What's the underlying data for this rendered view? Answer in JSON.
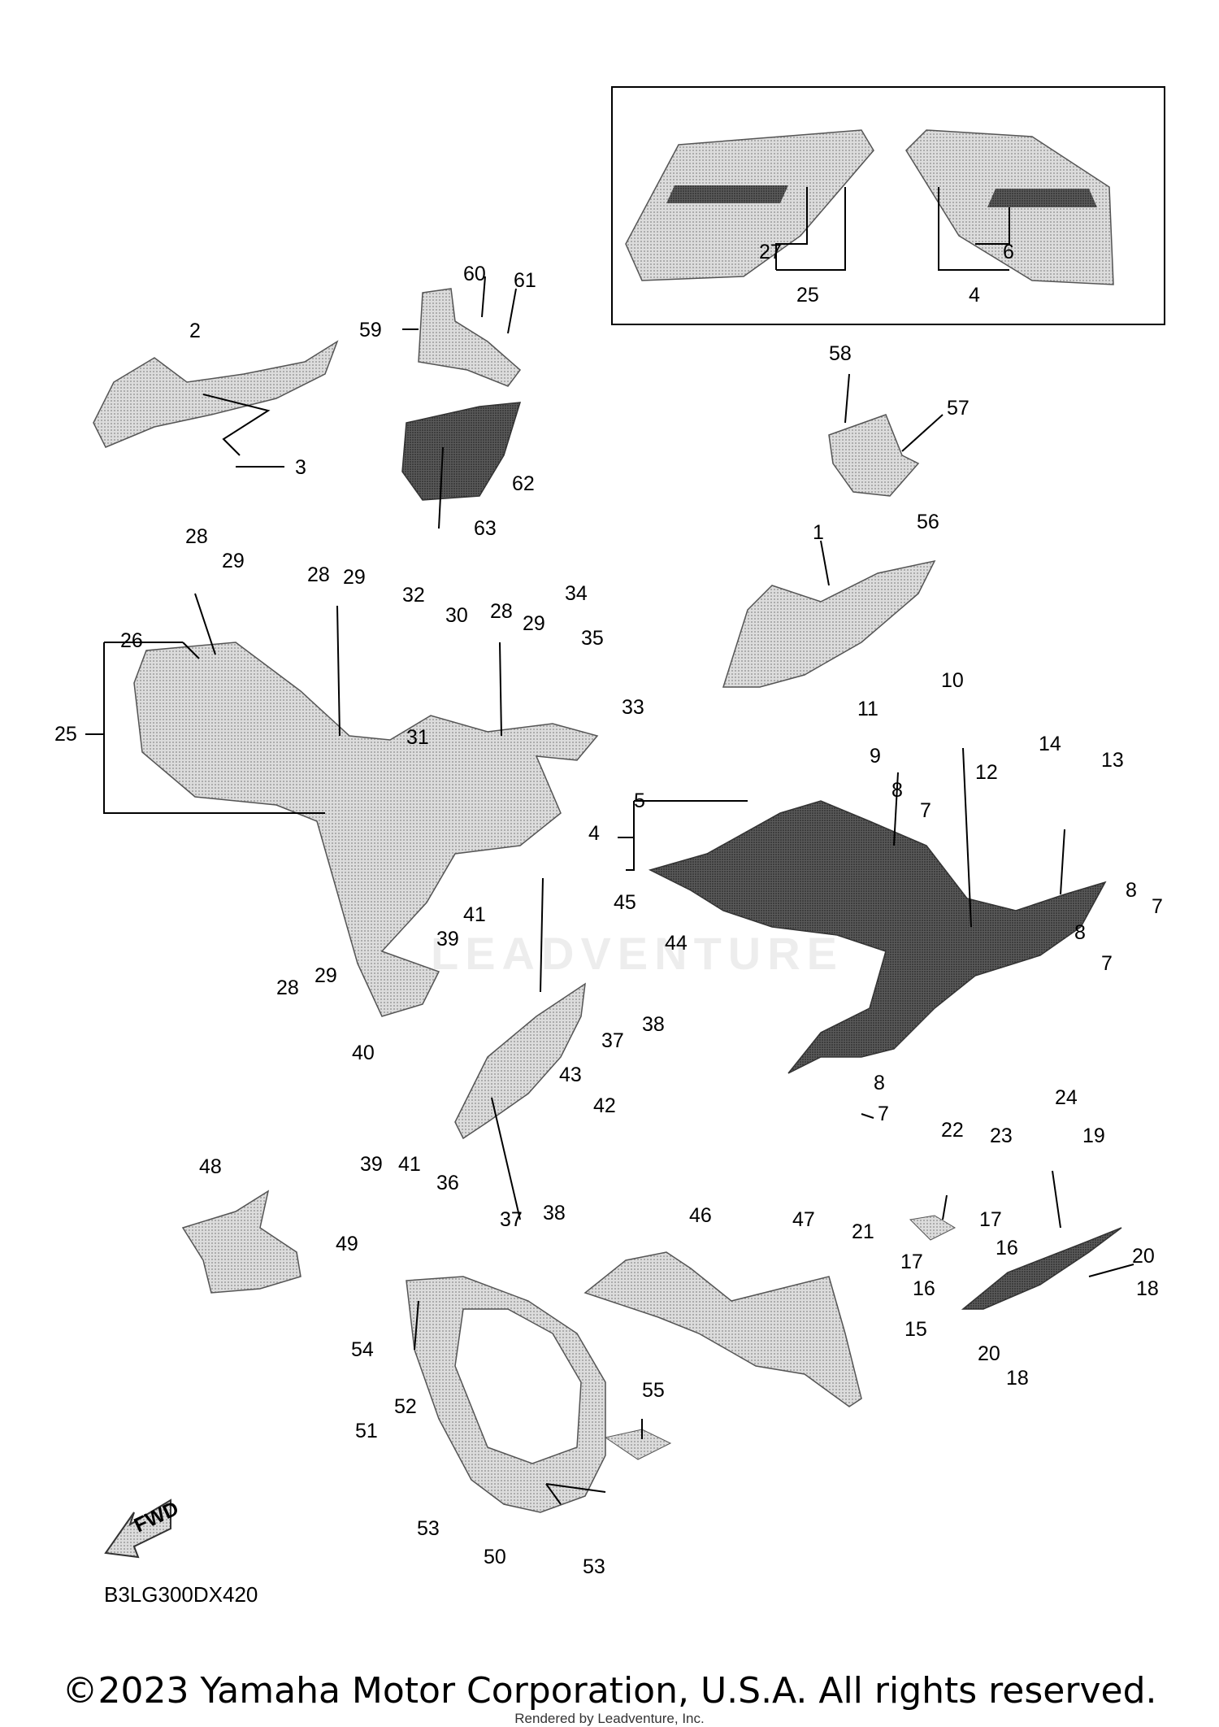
{
  "diagram_code": "B3LG300DX420",
  "fwd_label": "FWD",
  "copyright": "©2023 Yamaha Motor Corporation, U.S.A. All rights reserved.",
  "rendered_by": "Rendered by Leadventure, Inc.",
  "watermark": "LEADVENTURE",
  "callouts": [
    {
      "id": "c1",
      "text": "1"
    },
    {
      "id": "c2",
      "text": "2"
    },
    {
      "id": "c3",
      "text": "3"
    },
    {
      "id": "c4a",
      "text": "4"
    },
    {
      "id": "c4b",
      "text": "4"
    },
    {
      "id": "c5",
      "text": "5"
    },
    {
      "id": "c6",
      "text": "6"
    },
    {
      "id": "c7a",
      "text": "7"
    },
    {
      "id": "c7b",
      "text": "7"
    },
    {
      "id": "c7c",
      "text": "7"
    },
    {
      "id": "c7d",
      "text": "7"
    },
    {
      "id": "c8a",
      "text": "8"
    },
    {
      "id": "c8b",
      "text": "8"
    },
    {
      "id": "c8c",
      "text": "8"
    },
    {
      "id": "c8d",
      "text": "8"
    },
    {
      "id": "c9",
      "text": "9"
    },
    {
      "id": "c10",
      "text": "10"
    },
    {
      "id": "c11",
      "text": "11"
    },
    {
      "id": "c12",
      "text": "12"
    },
    {
      "id": "c13",
      "text": "13"
    },
    {
      "id": "c14",
      "text": "14"
    },
    {
      "id": "c15",
      "text": "15"
    },
    {
      "id": "c16a",
      "text": "16"
    },
    {
      "id": "c16b",
      "text": "16"
    },
    {
      "id": "c17a",
      "text": "17"
    },
    {
      "id": "c17b",
      "text": "17"
    },
    {
      "id": "c18a",
      "text": "18"
    },
    {
      "id": "c18b",
      "text": "18"
    },
    {
      "id": "c19",
      "text": "19"
    },
    {
      "id": "c20a",
      "text": "20"
    },
    {
      "id": "c20b",
      "text": "20"
    },
    {
      "id": "c21",
      "text": "21"
    },
    {
      "id": "c22",
      "text": "22"
    },
    {
      "id": "c23",
      "text": "23"
    },
    {
      "id": "c24",
      "text": "24"
    },
    {
      "id": "c25a",
      "text": "25"
    },
    {
      "id": "c25b",
      "text": "25"
    },
    {
      "id": "c26",
      "text": "26"
    },
    {
      "id": "c27",
      "text": "27"
    },
    {
      "id": "c28a",
      "text": "28"
    },
    {
      "id": "c28b",
      "text": "28"
    },
    {
      "id": "c28c",
      "text": "28"
    },
    {
      "id": "c28d",
      "text": "28"
    },
    {
      "id": "c29a",
      "text": "29"
    },
    {
      "id": "c29b",
      "text": "29"
    },
    {
      "id": "c29c",
      "text": "29"
    },
    {
      "id": "c29d",
      "text": "29"
    },
    {
      "id": "c30",
      "text": "30"
    },
    {
      "id": "c31",
      "text": "31"
    },
    {
      "id": "c32",
      "text": "32"
    },
    {
      "id": "c33",
      "text": "33"
    },
    {
      "id": "c34",
      "text": "34"
    },
    {
      "id": "c35",
      "text": "35"
    },
    {
      "id": "c36",
      "text": "36"
    },
    {
      "id": "c37a",
      "text": "37"
    },
    {
      "id": "c37b",
      "text": "37"
    },
    {
      "id": "c38a",
      "text": "38"
    },
    {
      "id": "c38b",
      "text": "38"
    },
    {
      "id": "c39a",
      "text": "39"
    },
    {
      "id": "c39b",
      "text": "39"
    },
    {
      "id": "c40",
      "text": "40"
    },
    {
      "id": "c41a",
      "text": "41"
    },
    {
      "id": "c41b",
      "text": "41"
    },
    {
      "id": "c42",
      "text": "42"
    },
    {
      "id": "c43",
      "text": "43"
    },
    {
      "id": "c44",
      "text": "44"
    },
    {
      "id": "c45",
      "text": "45"
    },
    {
      "id": "c46",
      "text": "46"
    },
    {
      "id": "c47",
      "text": "47"
    },
    {
      "id": "c48",
      "text": "48"
    },
    {
      "id": "c49",
      "text": "49"
    },
    {
      "id": "c50",
      "text": "50"
    },
    {
      "id": "c51",
      "text": "51"
    },
    {
      "id": "c52",
      "text": "52"
    },
    {
      "id": "c53a",
      "text": "53"
    },
    {
      "id": "c53b",
      "text": "53"
    },
    {
      "id": "c54",
      "text": "54"
    },
    {
      "id": "c55",
      "text": "55"
    },
    {
      "id": "c56",
      "text": "56"
    },
    {
      "id": "c57",
      "text": "57"
    },
    {
      "id": "c58",
      "text": "58"
    },
    {
      "id": "c59",
      "text": "59"
    },
    {
      "id": "c60",
      "text": "60"
    },
    {
      "id": "c61",
      "text": "61"
    },
    {
      "id": "c62",
      "text": "62"
    },
    {
      "id": "c63",
      "text": "63"
    }
  ]
}
